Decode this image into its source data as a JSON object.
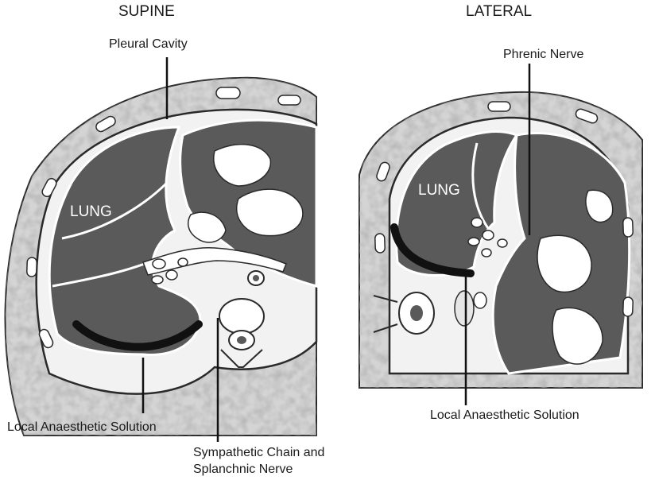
{
  "panels": {
    "supine": {
      "heading": "SUPINE",
      "lung_label": "LUNG",
      "labels": {
        "pleural_cavity": "Pleural Cavity",
        "local_anaesthetic": "Local Anaesthetic Solution",
        "sympathetic_line1": "Sympathetic Chain and",
        "sympathetic_line2": "Splanchnic Nerve"
      }
    },
    "lateral": {
      "heading": "LATERAL",
      "lung_label": "LUNG",
      "labels": {
        "phrenic_nerve": "Phrenic Nerve",
        "local_anaesthetic": "Local Anaesthetic Solution"
      }
    }
  },
  "colors": {
    "tissue_speckle": "#a8a8a8",
    "lung_fill": "#5a5a5a",
    "outline": "#2a2a2a",
    "anaesthetic": "#111111",
    "background": "#ffffff"
  }
}
